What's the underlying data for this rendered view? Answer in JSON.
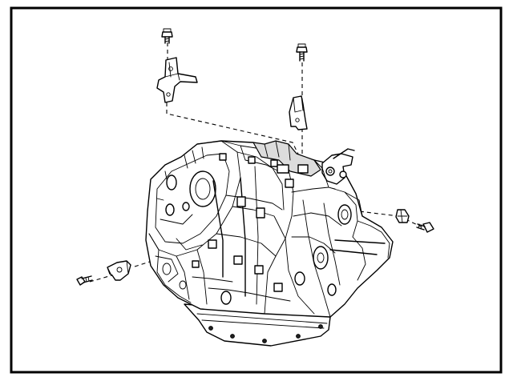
{
  "diagram": {
    "parts": [
      {
        "id": "transaxle-assembly",
        "icon": "transaxle-icon"
      },
      {
        "id": "upper-left-bracket",
        "icon": "bracket-icon"
      },
      {
        "id": "upper-right-bracket",
        "icon": "bracket-icon"
      },
      {
        "id": "left-clip",
        "icon": "clip-icon"
      },
      {
        "id": "right-clip",
        "icon": "clip-icon"
      },
      {
        "id": "bolts",
        "icon": "bolt-icon",
        "count": 4
      }
    ]
  }
}
